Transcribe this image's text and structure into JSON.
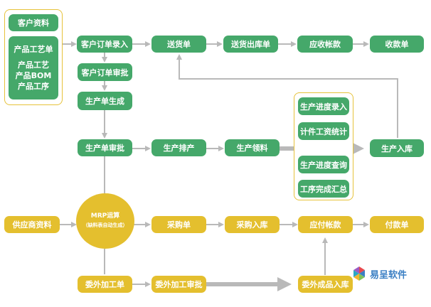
{
  "nodes": {
    "customer_data": "客户资料",
    "process_sheet": "产品工艺单",
    "process_list": [
      "产品工艺",
      "产品BOM",
      "产品工序"
    ],
    "order_entry": "客户订单录入",
    "delivery": "送货单",
    "delivery_out": "送货出库单",
    "receivable": "应收帐款",
    "receipt": "收款单",
    "order_review": "客户订单审批",
    "prod_create": "生产单生成",
    "prod_review": "生产单审批",
    "scheduling": "生产排产",
    "material_pick": "生产领料",
    "progress_entry": "生产进度录入",
    "piece_wage": "计件工资统计",
    "progress_query": "生产进度查询",
    "process_summary": "工序完成汇总",
    "prod_storage": "生产入库",
    "supplier_data": "供应商资料",
    "mrp_title": "MRP运算",
    "mrp_sub": "（缺料表自动生成）",
    "purchase": "采购单",
    "purchase_in": "采购入库",
    "payable": "应付帐款",
    "payment": "付款单",
    "outsource": "委外加工单",
    "outsource_review": "委外加工审批",
    "outsource_in": "委外成品入库"
  },
  "logo": {
    "text": "易呈软件"
  },
  "colors": {
    "green": "#45a86a",
    "yellow": "#e4bf2e",
    "arrow": "#b9b9b9"
  }
}
